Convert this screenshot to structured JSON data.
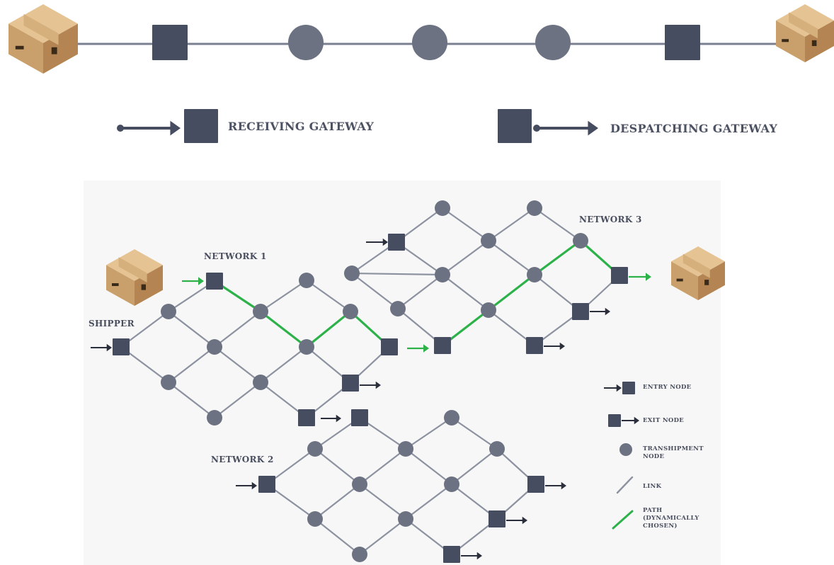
{
  "top_chain": {
    "gateway_labels": {
      "receiving": "RECEIVING GATEWAY",
      "despatching": "DESPATCHING GATEWAY"
    }
  },
  "networks": {
    "network1": "NETWORK 1",
    "network2": "NETWORK 2",
    "network3": "NETWORK 3",
    "shipper": "SHIPPER"
  },
  "legend": {
    "entry_node": "ENTRY NODE",
    "exit_node": "EXIT NODE",
    "transhipment_node": "TRANSHIPMENT",
    "transhipment_node_2": "NODE",
    "link": "LINK",
    "path": "PATH",
    "path_2": "(DYNAMICALLY",
    "path_3": "CHOSEN)"
  },
  "colors": {
    "node_square": "#474d61",
    "node_circle": "#6c7282",
    "link": "#8d92a0",
    "path": "#2db24a",
    "arrow": "#2b2f3c",
    "box": "#c9a06c"
  }
}
